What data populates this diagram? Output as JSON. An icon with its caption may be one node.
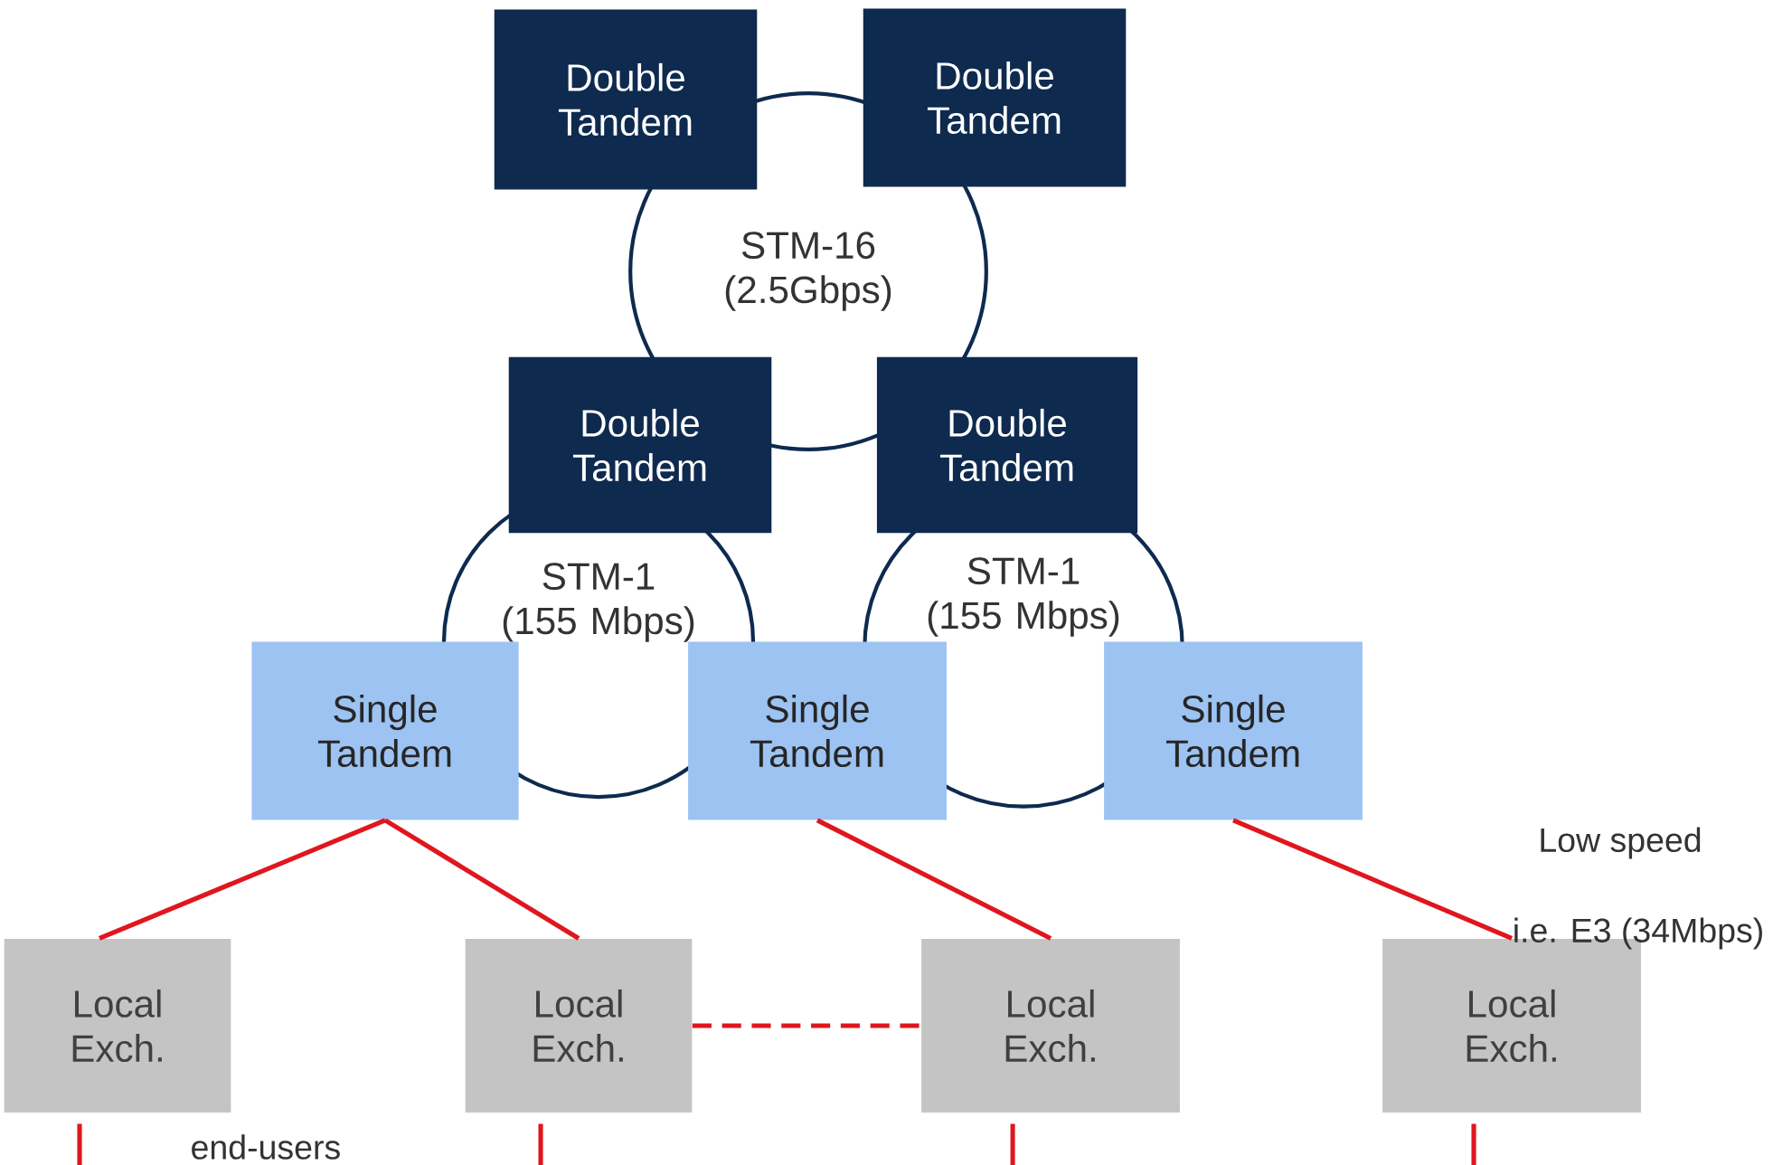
{
  "diagram": {
    "nodes": [
      {
        "text": [
          "Double Tandem"
        ]
      },
      {
        "text": [
          "Double Tandem"
        ]
      },
      {
        "text": [
          "STM-16 (2.5Gbps)"
        ]
      },
      {
        "text": [
          "Double Tandem"
        ]
      },
      {
        "text": [
          "Double Tandem"
        ]
      },
      {
        "text": [
          "STM-1 (155 Mbps)"
        ]
      },
      {
        "text": [
          "STM-1 (155 Mbps)"
        ]
      },
      {
        "text": [
          "Single Tandem"
        ]
      },
      {
        "text": [
          "Single Tandem"
        ]
      },
      {
        "text": [
          "Single Tandem"
        ]
      },
      {
        "text": [
          "Local Exch."
        ]
      },
      {
        "text": [
          "Local Exch."
        ]
      },
      {
        "text": [
          "Local Exch."
        ]
      },
      {
        "text": [
          "Local Exch."
        ]
      }
    ],
    "edges": [
      {
        "from": 7,
        "to": 10,
        "arrow": "none"
      },
      {
        "from": 7,
        "to": 11,
        "arrow": "none"
      },
      {
        "from": 8,
        "to": 12,
        "arrow": "none"
      },
      {
        "from": 9,
        "to": 13,
        "arrow": "none"
      },
      {
        "from": 11,
        "to": 12,
        "arrow": "none",
        "style": "dashed"
      },
      {
        "from": 10,
        "to": null,
        "arrow": "none"
      },
      {
        "from": 11,
        "to": null,
        "arrow": "none"
      },
      {
        "from": 12,
        "to": null,
        "arrow": "none"
      },
      {
        "from": 13,
        "to": null,
        "arrow": "none"
      }
    ],
    "labels": [
      "Low speed",
      "i.e. E3 (34Mbps)",
      "end-users"
    ]
  }
}
